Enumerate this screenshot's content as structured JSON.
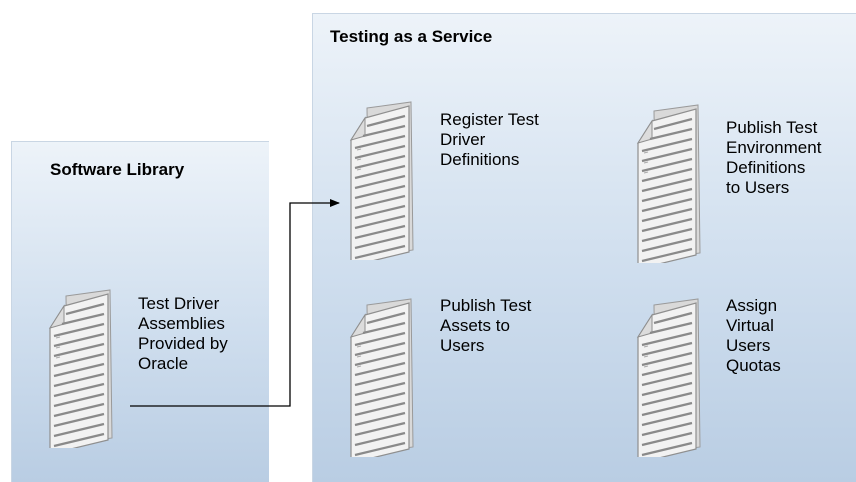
{
  "software_library": {
    "title": "Software Library",
    "item": {
      "label": "Test Driver\nAssemblies\nProvided by\nOracle",
      "icon": "document-icon"
    }
  },
  "testing_service": {
    "title": "Testing as a Service",
    "items": [
      {
        "label": "Register Test\nDriver\nDefinitions",
        "icon": "document-icon"
      },
      {
        "label": "Publish Test\nEnvironment\nDefinitions\nto Users",
        "icon": "document-icon"
      },
      {
        "label": "Publish Test\nAssets to\nUsers",
        "icon": "document-icon"
      },
      {
        "label": "Assign\nVirtual\nUsers\nQuotas",
        "icon": "document-icon"
      }
    ]
  },
  "colors": {
    "panel_top": "#edf3f9",
    "panel_bottom": "#b9cde3",
    "document_fill": "#f2f2f2",
    "document_lines": "#8a8a8a",
    "connector": "#000000"
  }
}
